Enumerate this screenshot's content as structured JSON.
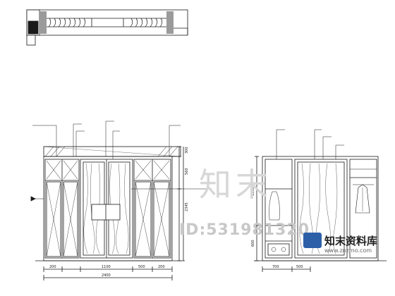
{
  "watermarks": {
    "main": "知末",
    "id": "ID:531981320",
    "site_url": "www.znzmo.com",
    "site_name": "知末资料库"
  },
  "elevation_left": {
    "annotation_labels": [
      "",
      "",
      "",
      "",
      "",
      ""
    ],
    "dims_bottom": [
      "200",
      "1100",
      "500",
      "200"
    ],
    "dims_total": "2400",
    "dims_right": [
      "300",
      "560",
      "2345"
    ]
  },
  "elevation_right": {
    "annotation_labels": [
      "",
      "",
      "",
      ""
    ],
    "dims_left": [
      "600",
      "1350"
    ],
    "dims_bottom": [
      "700",
      "500"
    ]
  },
  "colors": {
    "line": "#1a1a1a",
    "watermark": "#d0d0d0",
    "brand_blue": "#2c5fa8"
  }
}
